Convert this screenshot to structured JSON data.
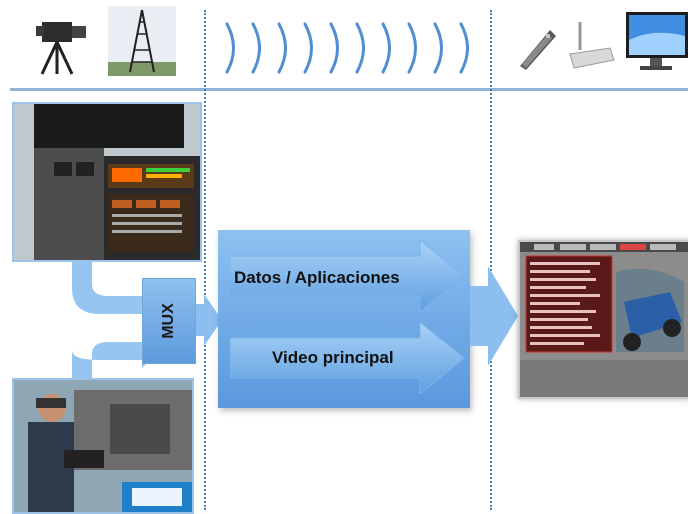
{
  "diagram": {
    "mux_label": "MUX",
    "arrow_top_label": "Datos / Aplicaciones",
    "arrow_bottom_label": "Video principal"
  },
  "colors": {
    "accent_blue": "#6fa9e6",
    "rule_blue": "#8fb4d8",
    "divider_blue": "#4a7fb5"
  },
  "icons": [
    "video-camera-icon",
    "broadcast-tower-icon",
    "radio-waves-icon",
    "remote-control-icon",
    "set-top-box-icon",
    "flat-screen-tv-icon"
  ]
}
